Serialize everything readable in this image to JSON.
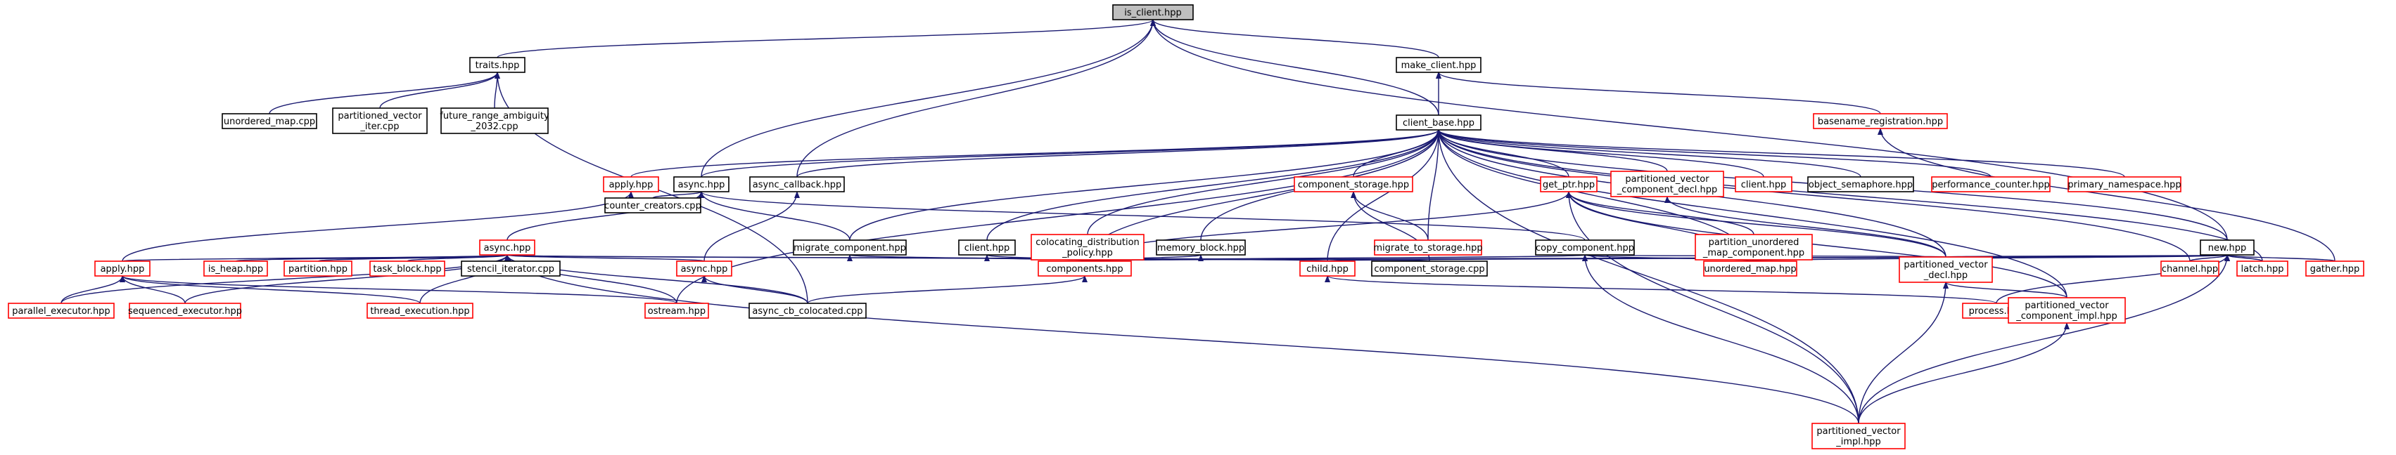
{
  "diagram": {
    "title": "",
    "nodes": [
      {
        "id": "is_client",
        "lines": [
          "is_client.hpp"
        ],
        "style": "root"
      },
      {
        "id": "traits",
        "lines": [
          "traits.hpp"
        ],
        "style": "black"
      },
      {
        "id": "make_client",
        "lines": [
          "make_client.hpp"
        ],
        "style": "black"
      },
      {
        "id": "unordered_map_cpp",
        "lines": [
          "unordered_map.cpp"
        ],
        "style": "black"
      },
      {
        "id": "pv_iter",
        "lines": [
          "partitioned_vector",
          "_iter.cpp"
        ],
        "style": "black"
      },
      {
        "id": "future_range",
        "lines": [
          "future_range_ambiguity",
          "_2032.cpp"
        ],
        "style": "black"
      },
      {
        "id": "basename_reg",
        "lines": [
          "basename_registration.hpp"
        ],
        "style": "red"
      },
      {
        "id": "client_base",
        "lines": [
          "client_base.hpp"
        ],
        "style": "black"
      },
      {
        "id": "apply_hpp_top",
        "lines": [
          "apply.hpp"
        ],
        "style": "red"
      },
      {
        "id": "async_hpp_top",
        "lines": [
          "async.hpp"
        ],
        "style": "black"
      },
      {
        "id": "async_callback",
        "lines": [
          "async_callback.hpp"
        ],
        "style": "black"
      },
      {
        "id": "component_storage_hpp",
        "lines": [
          "component_storage.hpp"
        ],
        "style": "red"
      },
      {
        "id": "get_ptr",
        "lines": [
          "get_ptr.hpp"
        ],
        "style": "red"
      },
      {
        "id": "pv_component_decl",
        "lines": [
          "partitioned_vector",
          "_component_decl.hpp"
        ],
        "style": "red"
      },
      {
        "id": "client_hpp_red",
        "lines": [
          "client.hpp"
        ],
        "style": "red"
      },
      {
        "id": "object_semaphore",
        "lines": [
          "object_semaphore.hpp"
        ],
        "style": "black"
      },
      {
        "id": "performance_counter",
        "lines": [
          "performance_counter.hpp"
        ],
        "style": "red"
      },
      {
        "id": "primary_namespace",
        "lines": [
          "primary_namespace.hpp"
        ],
        "style": "red"
      },
      {
        "id": "counter_creators",
        "lines": [
          "counter_creators.cpp"
        ],
        "style": "black"
      },
      {
        "id": "async_hpp_mid",
        "lines": [
          "async.hpp"
        ],
        "style": "red"
      },
      {
        "id": "migrate_component",
        "lines": [
          "migrate_component.hpp"
        ],
        "style": "black"
      },
      {
        "id": "client_hpp_black",
        "lines": [
          "client.hpp"
        ],
        "style": "black"
      },
      {
        "id": "colocating",
        "lines": [
          "colocating_distribution",
          "_policy.hpp"
        ],
        "style": "red"
      },
      {
        "id": "memory_block",
        "lines": [
          "memory_block.hpp"
        ],
        "style": "black"
      },
      {
        "id": "migrate_to_storage",
        "lines": [
          "migrate_to_storage.hpp"
        ],
        "style": "red"
      },
      {
        "id": "copy_component",
        "lines": [
          "copy_component.hpp"
        ],
        "style": "black"
      },
      {
        "id": "partition_unordered",
        "lines": [
          "partition_unordered",
          "_map_component.hpp"
        ],
        "style": "red"
      },
      {
        "id": "new_hpp",
        "lines": [
          "new.hpp"
        ],
        "style": "black"
      },
      {
        "id": "apply_hpp_left",
        "lines": [
          "apply.hpp"
        ],
        "style": "red"
      },
      {
        "id": "is_heap",
        "lines": [
          "is_heap.hpp"
        ],
        "style": "red"
      },
      {
        "id": "partition_hpp",
        "lines": [
          "partition.hpp"
        ],
        "style": "red"
      },
      {
        "id": "task_block",
        "lines": [
          "task_block.hpp"
        ],
        "style": "red"
      },
      {
        "id": "stencil_iterator",
        "lines": [
          "stencil_iterator.cpp"
        ],
        "style": "black"
      },
      {
        "id": "async_hpp_low",
        "lines": [
          "async.hpp"
        ],
        "style": "red"
      },
      {
        "id": "components_hpp",
        "lines": [
          "components.hpp"
        ],
        "style": "red"
      },
      {
        "id": "child_hpp",
        "lines": [
          "child.hpp"
        ],
        "style": "red"
      },
      {
        "id": "component_storage_cpp",
        "lines": [
          "component_storage.cpp"
        ],
        "style": "black"
      },
      {
        "id": "unordered_map_hpp",
        "lines": [
          "unordered_map.hpp"
        ],
        "style": "red"
      },
      {
        "id": "pv_decl",
        "lines": [
          "partitioned_vector",
          "_decl.hpp"
        ],
        "style": "red"
      },
      {
        "id": "channel",
        "lines": [
          "channel.hpp"
        ],
        "style": "red"
      },
      {
        "id": "latch",
        "lines": [
          "latch.hpp"
        ],
        "style": "red"
      },
      {
        "id": "gather",
        "lines": [
          "gather.hpp"
        ],
        "style": "red"
      },
      {
        "id": "parallel_executor",
        "lines": [
          "parallel_executor.hpp"
        ],
        "style": "red"
      },
      {
        "id": "sequenced_executor",
        "lines": [
          "sequenced_executor.hpp"
        ],
        "style": "red"
      },
      {
        "id": "thread_execution",
        "lines": [
          "thread_execution.hpp"
        ],
        "style": "red"
      },
      {
        "id": "ostream",
        "lines": [
          "ostream.hpp"
        ],
        "style": "red"
      },
      {
        "id": "async_cb_colocated",
        "lines": [
          "async_cb_colocated.cpp"
        ],
        "style": "black"
      },
      {
        "id": "process",
        "lines": [
          "process.hpp"
        ],
        "style": "red"
      },
      {
        "id": "pv_component_impl",
        "lines": [
          "partitioned_vector",
          "_component_impl.hpp"
        ],
        "style": "red"
      },
      {
        "id": "pv_impl",
        "lines": [
          "partitioned_vector",
          "_impl.hpp"
        ],
        "style": "red"
      }
    ]
  }
}
